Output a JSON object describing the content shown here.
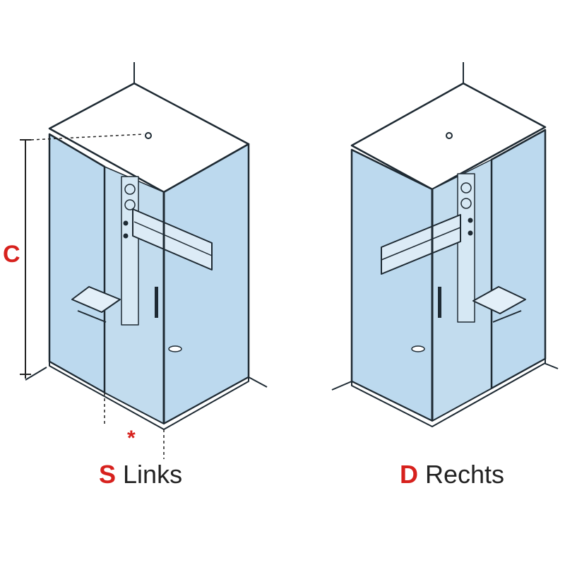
{
  "colors": {
    "glass": "#bcd9ee",
    "glass_dark": "#a9cde6",
    "frame": "#1e2a33",
    "panel": "#c9e0f0",
    "accent_red": "#d7211d",
    "line": "#222222"
  },
  "dimension_label": "C",
  "asterisk": "*",
  "variants": [
    {
      "code": "S",
      "name": "Links"
    },
    {
      "code": "D",
      "name": "Rechts"
    }
  ]
}
